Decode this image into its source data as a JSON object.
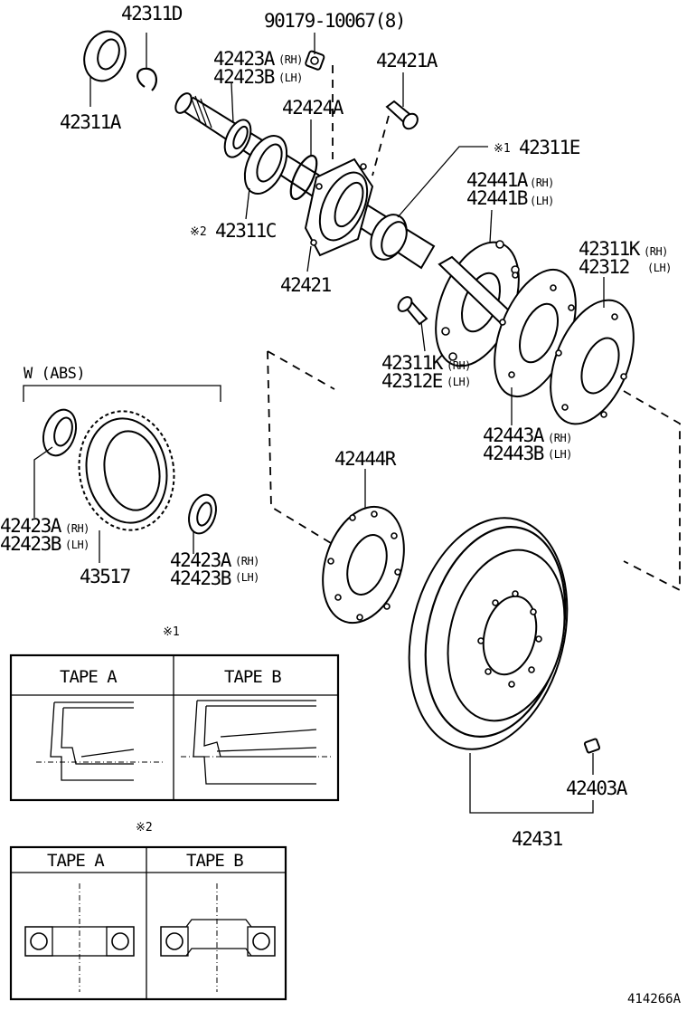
{
  "labels": {
    "p42311D": "42311D",
    "p90179": "90179-10067(8)",
    "p42311A": "42311A",
    "p42423A_top": "42423A",
    "p42423B_top": "42423B",
    "p42421A": "42421A",
    "p42424A": "42424A",
    "p42311E": "42311E",
    "p42441A": "42441A",
    "p42441B": "42441B",
    "p42311C": "42311C",
    "p42421": "42421",
    "p42311K": "42311K",
    "p42312": "42312",
    "p42311K_bolt": "42311K",
    "p42312E": "42312E",
    "p42443A": "42443A",
    "p42443B": "42443B",
    "p42444R": "42444R",
    "p42423A_left": "42423A",
    "p42423B_left": "42423B",
    "p43517": "43517",
    "p42423A_right": "42423A",
    "p42423B_right": "42423B",
    "p42403A": "42403A",
    "p42431": "42431"
  },
  "suffix": {
    "rh": "(RH)",
    "lh": "(LH)"
  },
  "marks": {
    "m1": "※1",
    "m2": "※2"
  },
  "abs_section": "W (ABS)",
  "table1": {
    "mark": "※1",
    "col_a": "TAPE A",
    "col_b": "TAPE B"
  },
  "table2": {
    "mark": "※2",
    "col_a": "TAPE A",
    "col_b": "TAPE B"
  },
  "diagram_code": "414266A"
}
